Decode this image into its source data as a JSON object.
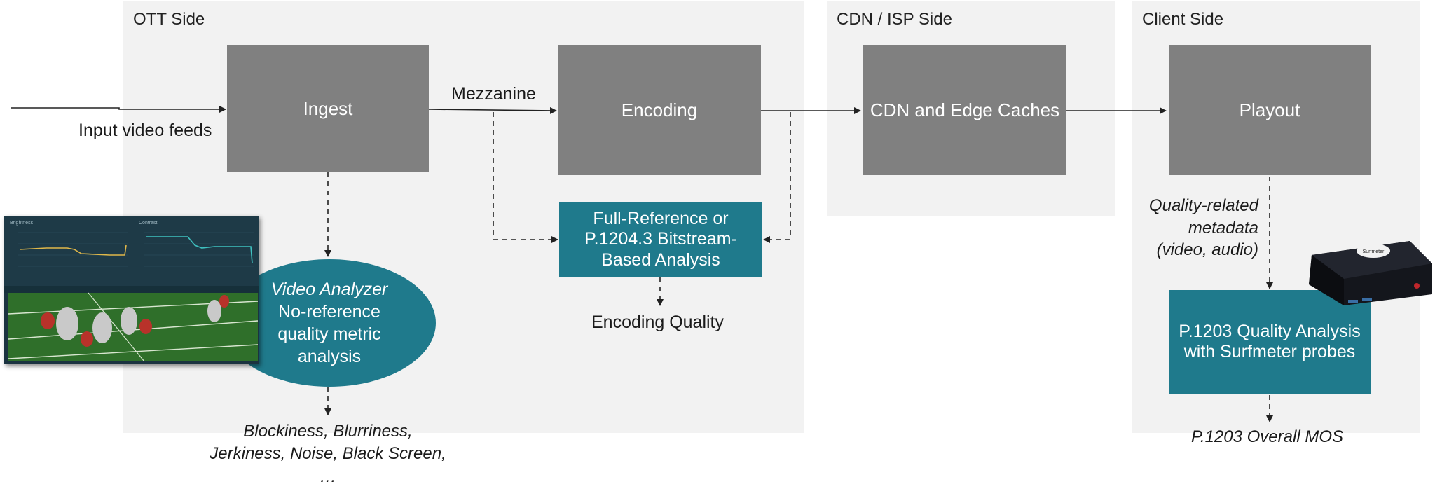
{
  "regions": {
    "ott": "OTT Side",
    "cdn": "CDN / ISP Side",
    "client": "Client Side"
  },
  "boxes": {
    "ingest": "Ingest",
    "encoding": "Encoding",
    "cdn_caches": "CDN and Edge Caches",
    "playout": "Playout",
    "full_ref": [
      "Full-Reference or",
      "P.1204.3 Bitstream-",
      "Based Analysis"
    ],
    "p1203": [
      "P.1203 Quality Analysis",
      "with Surfmeter probes"
    ]
  },
  "analyzer": {
    "title": "Video Analyzer",
    "lines": [
      "No-reference",
      "quality metric",
      "analysis"
    ],
    "screenshot": {
      "left_panel": "Brightness",
      "right_panel": "Contrast"
    }
  },
  "labels": {
    "input_feeds": "Input video feeds",
    "mezzanine": "Mezzanine",
    "encoding_quality": "Encoding Quality",
    "quality_metadata": [
      "Quality-related",
      "metadata",
      "(video, audio)"
    ],
    "artifacts": [
      "Blockiness, Blurriness,",
      "Jerkiness, Noise, Black Screen,",
      "…"
    ],
    "overall_mos": "P.1203 Overall MOS"
  },
  "device": {
    "brand": "Surfmeter"
  },
  "colors": {
    "gray_box": "#808080",
    "teal": "#1f7a8c",
    "region_bg": "#f2f2f2"
  }
}
